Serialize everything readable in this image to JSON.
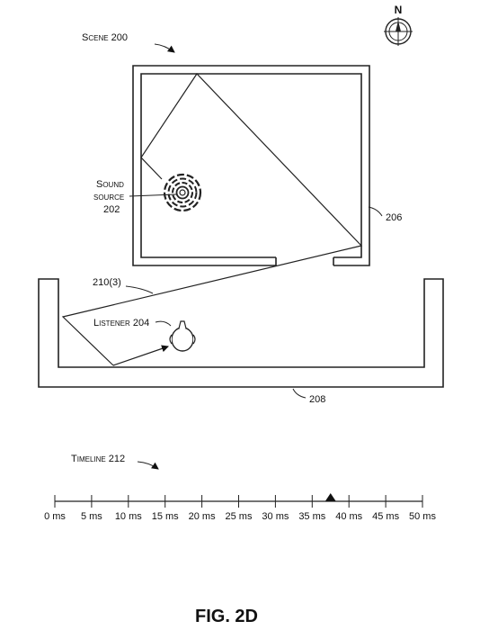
{
  "figure": {
    "scene_label": "Scene 200",
    "sound_source_label_line1": "Sound",
    "sound_source_label_line2": "source",
    "sound_source_ref": "202",
    "room_ref": "206",
    "outer_ref": "208",
    "ray_label": "210(3)",
    "listener_label": "Listener 204",
    "timeline_label": "Timeline 212",
    "compass_label": "N",
    "fig_label": "FIG. 2D"
  },
  "timeline": {
    "ticks": [
      "0 ms",
      "5 ms",
      "10 ms",
      "15 ms",
      "20 ms",
      "25 ms",
      "30 ms",
      "35 ms",
      "40 ms",
      "45 ms",
      "50 ms"
    ],
    "range_ms": [
      0,
      50
    ],
    "marker_ms": 37.5
  },
  "icons": {
    "sound_source": "concentric-rings-icon",
    "listener": "listener-head-icon",
    "compass": "compass-north-icon",
    "marker": "triangle-marker-icon"
  }
}
